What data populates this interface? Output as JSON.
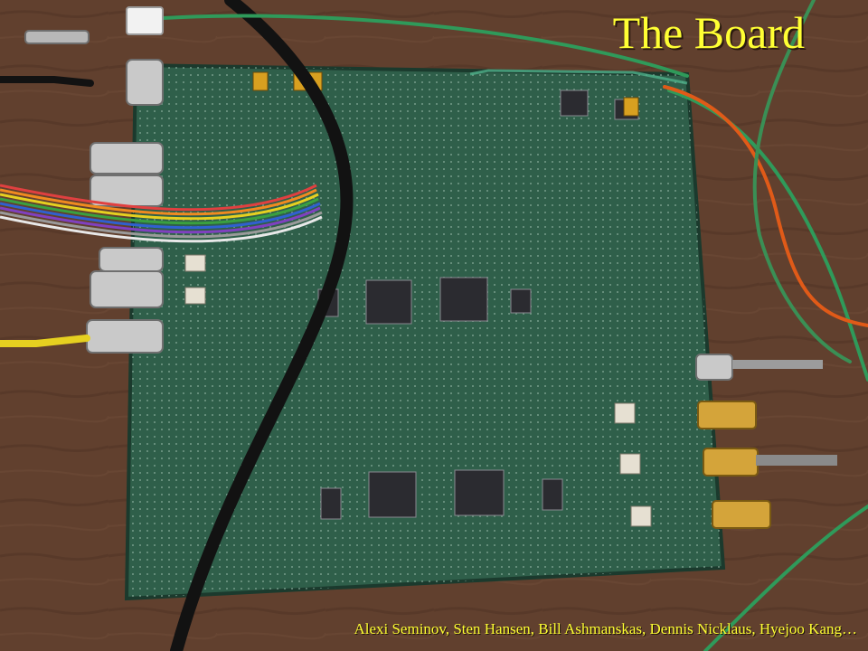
{
  "slide": {
    "title": "The Board",
    "credits": "Alexi Seminov, Sten Hansen, Bill Ashmanskas, Dennis Nicklaus, Hyejoo Kang…"
  },
  "colors": {
    "background": "#6e4a36",
    "board": "#2f5f4a",
    "text": "#ffff33"
  },
  "photo": {
    "subject": "circuit-board"
  }
}
